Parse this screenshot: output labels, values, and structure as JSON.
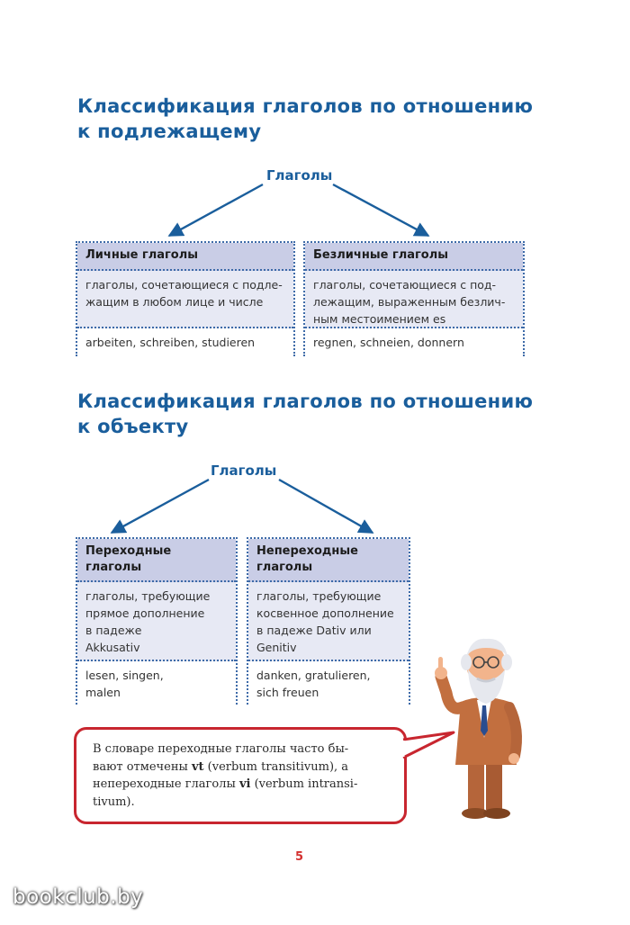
{
  "section1": {
    "title_line1": "Классификация глаголов по отношению",
    "title_line2": "к подлежащему",
    "root": "Глаголы",
    "left": {
      "header": "Личные глаголы",
      "body": "глаголы, сочетающиеся с подле-\nжащим в любом лице и числе",
      "examples": "arbeiten, schreiben, studieren"
    },
    "right": {
      "header": "Безличные глаголы",
      "body": "глаголы, сочетающиеся с под-\nлежащим, выраженным безлич-\nным местоимением es",
      "examples": "regnen, schneien, donnern"
    }
  },
  "section2": {
    "title_line1": "Классификация глаголов по отношению",
    "title_line2": "к объекту",
    "root": "Глаголы",
    "left": {
      "header": "Переходные\nглаголы",
      "body": "глаголы, требующие\nпрямое дополнение\nв падеже\nAkkusativ",
      "examples": "lesen, singen,\nmalen"
    },
    "right": {
      "header": "Непереходные\nглаголы",
      "body": "глаголы, требующие\nкосвенное дополнение\nв падеже Dativ или\nGenitiv",
      "examples": "danken, gratulieren,\nsich freuen"
    }
  },
  "note": {
    "part1": "В словаре переходные глаголы часто бы-\nвают отмечены ",
    "vt": "vt",
    "part2": " (verbum transitivum), а\nнепереходные глаголы ",
    "vi": "vi",
    "part3": " (verbum intransi-\ntivum)."
  },
  "page_number": "5",
  "watermark": "bookclub.by",
  "colors": {
    "heading": "#1a5e9c",
    "box_border": "#3d6aa8",
    "header_bg": "#c9cde6",
    "body_bg": "#e7e9f4",
    "note_border": "#c8262f",
    "page_number": "#d4302f"
  }
}
